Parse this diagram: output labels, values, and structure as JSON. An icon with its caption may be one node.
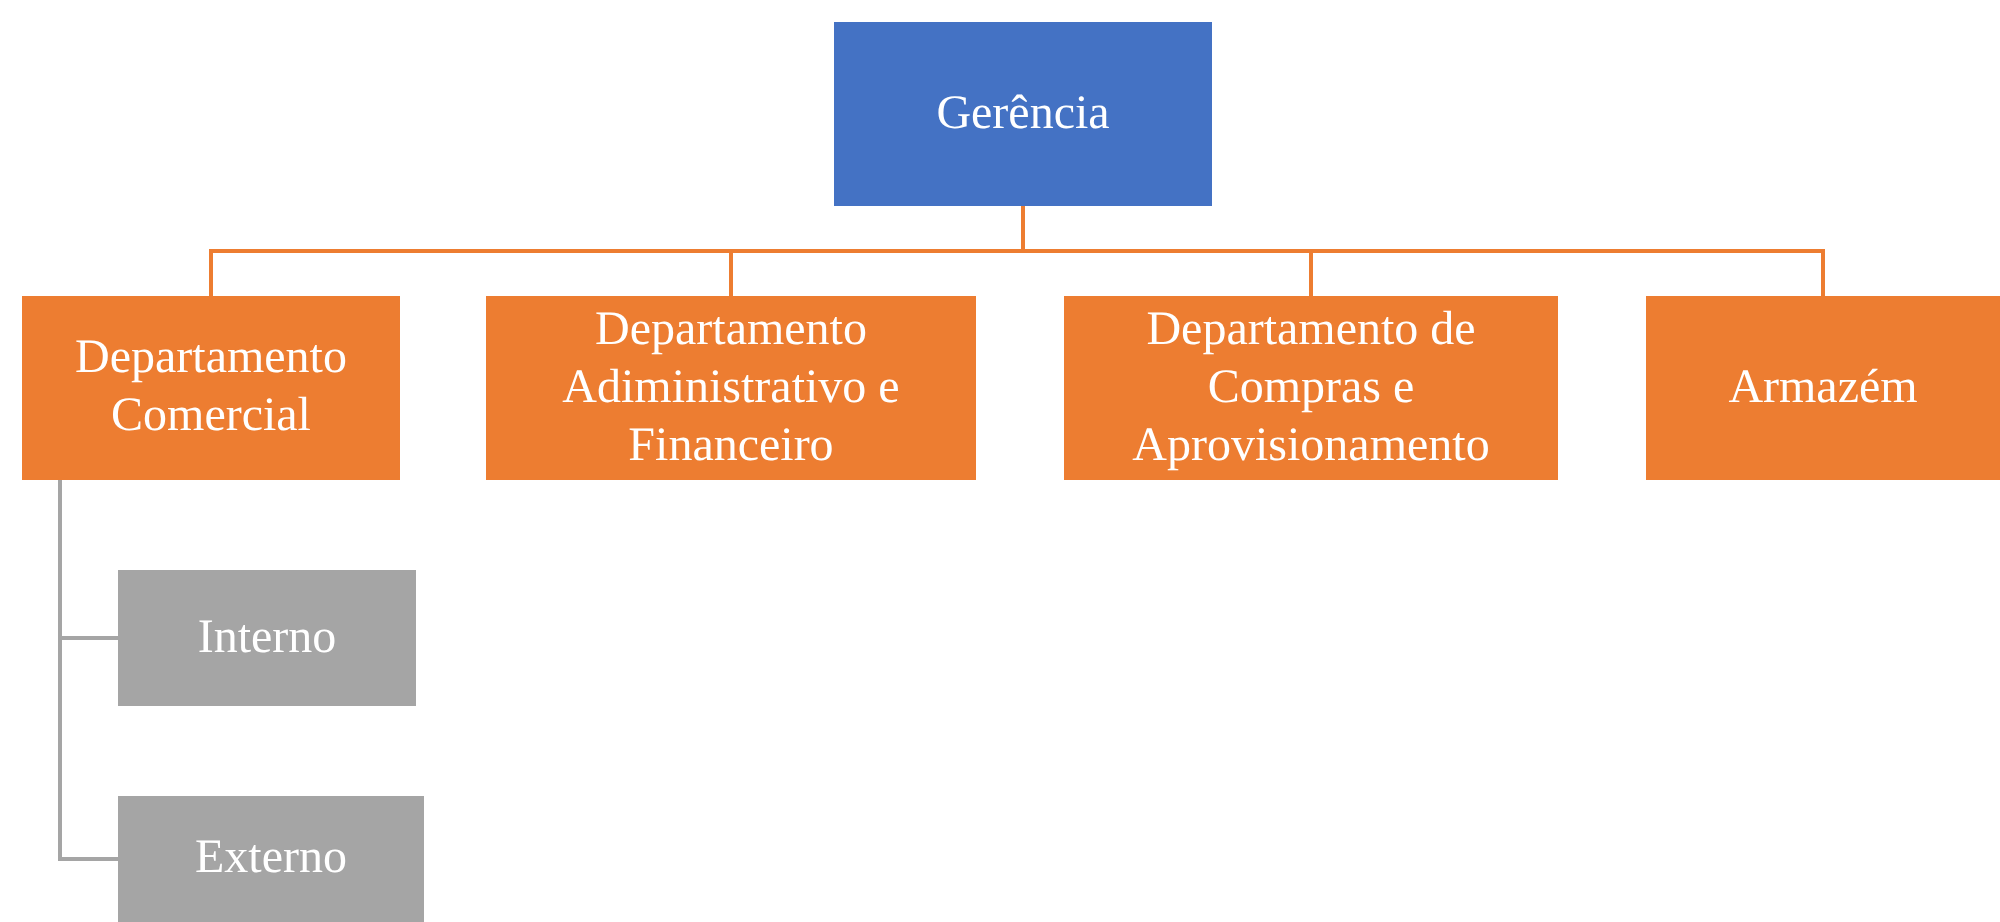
{
  "diagram": {
    "nodes": [
      {
        "text": [
          "Gerência"
        ]
      },
      {
        "text": [
          "Departamento Comercial"
        ]
      },
      {
        "text": [
          "Departamento Adiministrativo e Financeiro"
        ]
      },
      {
        "text": [
          "Departamento de Compras e Aprovisionamento"
        ]
      },
      {
        "text": [
          "Armazém"
        ]
      },
      {
        "text": [
          "Interno"
        ]
      },
      {
        "text": [
          "Externo"
        ]
      }
    ],
    "edges": [
      {
        "from": 0,
        "to": 1,
        "arrow": "none"
      },
      {
        "from": 0,
        "to": 2,
        "arrow": "none"
      },
      {
        "from": 0,
        "to": 3,
        "arrow": "none"
      },
      {
        "from": 0,
        "to": 4,
        "arrow": "none"
      },
      {
        "from": 1,
        "to": 5,
        "arrow": "none",
        "color": "#a5a5a5"
      },
      {
        "from": 1,
        "to": 6,
        "arrow": "none",
        "color": "#a5a5a5"
      }
    ]
  }
}
